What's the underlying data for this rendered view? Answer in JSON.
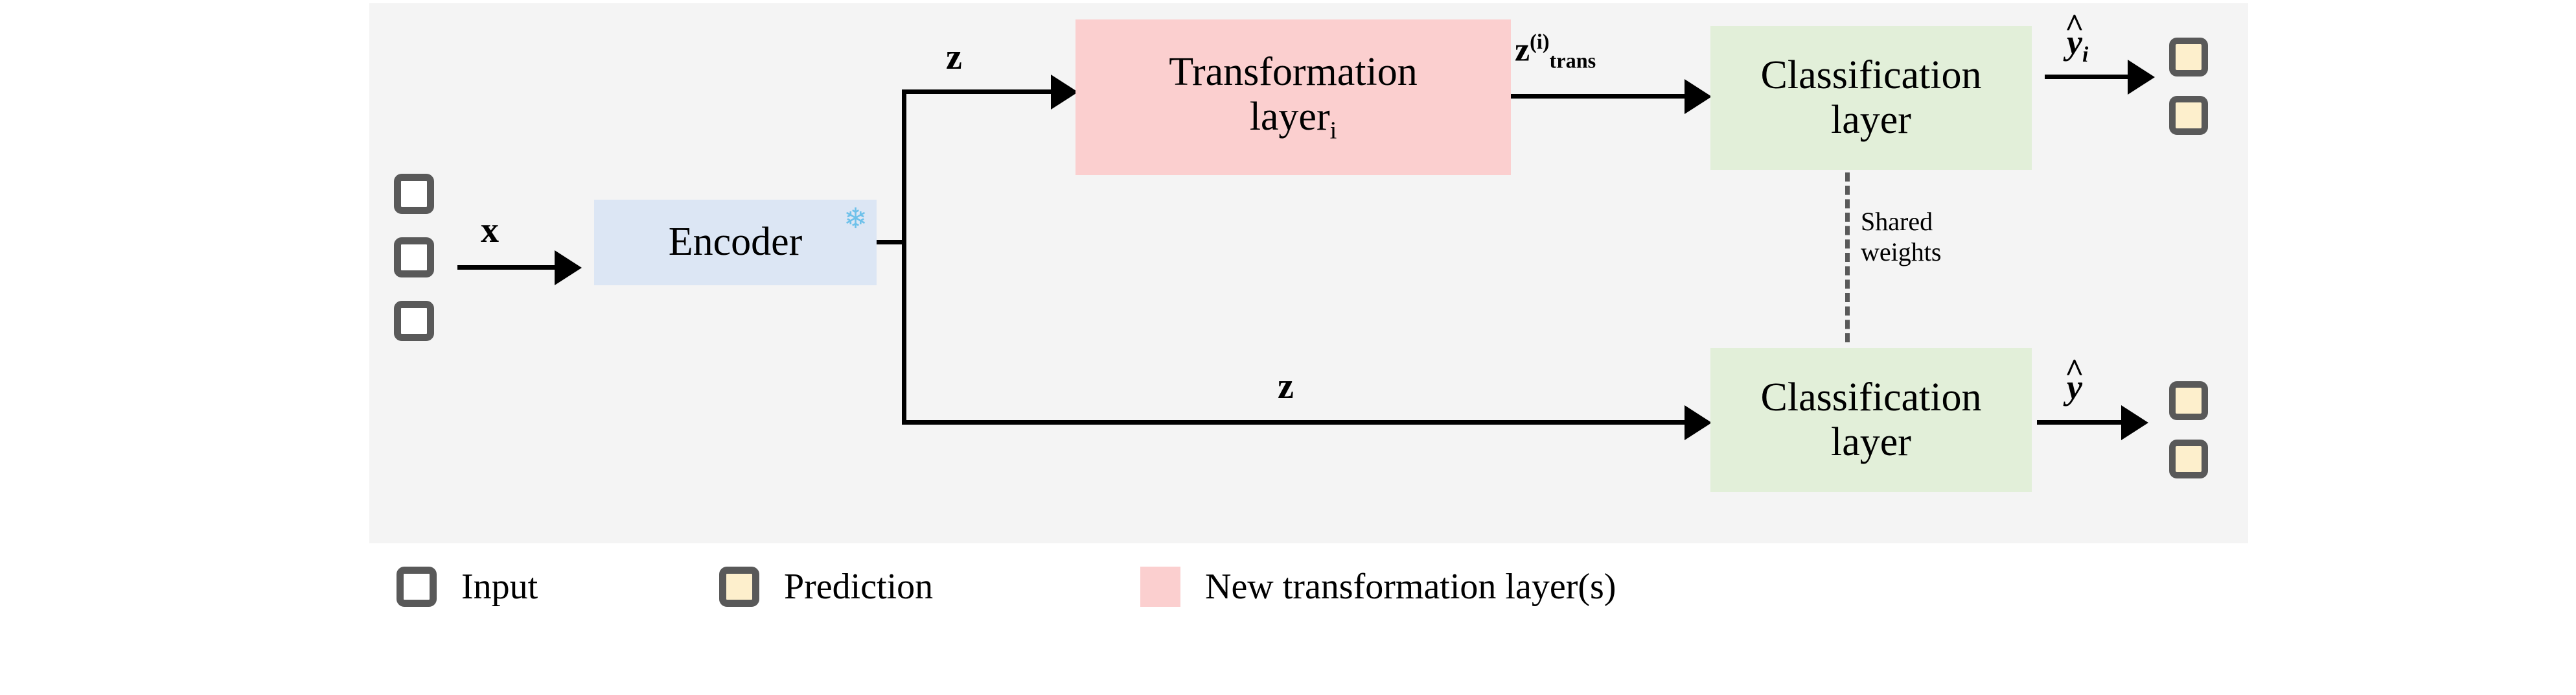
{
  "figure": {
    "background": "#ffffff",
    "panel_background": "#f4f4f4"
  },
  "colors": {
    "encoder": "#dce6f4",
    "transformation": "#fbcfcf",
    "classification": "#e2efd9",
    "prediction": "#fdefcc",
    "input_border": "#595959",
    "arrow": "#000000",
    "snowflake": "#6ec1ea"
  },
  "nodes": {
    "input_stack": {
      "name": "Input",
      "count": 3
    },
    "encoder": {
      "label": "Encoder",
      "frozen_icon": "snowflake-icon",
      "frozen_glyph": "❄"
    },
    "transformation_layer": {
      "label_main": "Transformation",
      "label_second": "layer",
      "subscript": "i"
    },
    "classification_layer_top": {
      "label_line1": "Classification",
      "label_line2": "layer"
    },
    "classification_layer_bottom": {
      "label_line1": "Classification",
      "label_line2": "layer"
    },
    "prediction_top": {
      "name": "Prediction",
      "count": 2
    },
    "prediction_bottom": {
      "name": "Prediction",
      "count": 2
    }
  },
  "edges": {
    "input_to_encoder": {
      "label": "x"
    },
    "encoder_to_transformation": {
      "label": "z"
    },
    "transformation_to_classifier": {
      "base": "z",
      "superscript": "(i)",
      "subscript": "trans"
    },
    "classifier_top_to_prediction": {
      "base": "y",
      "hat": "̂",
      "subscript": "i"
    },
    "encoder_to_classifier_bottom": {
      "label": "z"
    },
    "classifier_bottom_to_prediction": {
      "base": "y",
      "hat": "̂"
    }
  },
  "shared_weights": {
    "line1": "Shared",
    "line2": "weights",
    "style": "dashed"
  },
  "legend": {
    "items": [
      {
        "label": "Input",
        "swatch": "input-swatch"
      },
      {
        "label": "Prediction",
        "swatch": "prediction-swatch"
      },
      {
        "label": "New transformation layer(s)",
        "swatch": "new-transformation-swatch"
      }
    ]
  }
}
